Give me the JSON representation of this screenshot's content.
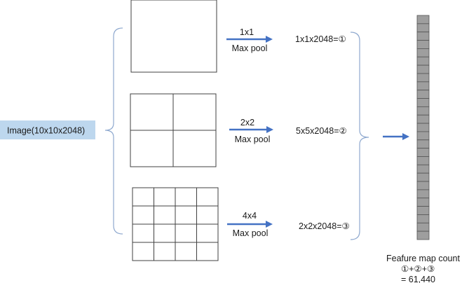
{
  "input": {
    "label": "Image(10x10x2048)"
  },
  "branches": [
    {
      "grid": 1,
      "pool_size": "1x1",
      "pool_op": "Max pool",
      "result": "1x1x2048=①"
    },
    {
      "grid": 2,
      "pool_size": "2x2",
      "pool_op": "Max pool",
      "result": "5x5x2048=②"
    },
    {
      "grid": 4,
      "pool_size": "4x4",
      "pool_op": "Max pool",
      "result": "2x2x2048=③"
    }
  ],
  "feature_vector": {
    "cell_count": 27
  },
  "summary": {
    "title": "Feafure map count",
    "formula": "①+②+③",
    "total": "= 61,440"
  },
  "colors": {
    "arrow": "#4472c4",
    "brace": "#8fa9cf",
    "input_fill": "#bdd7ee",
    "vector_cell": "#9e9e9e"
  }
}
